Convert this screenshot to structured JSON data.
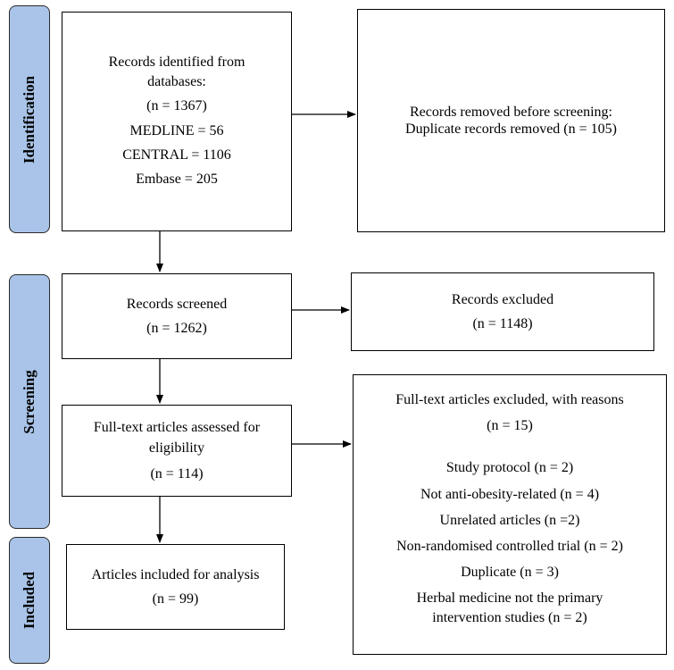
{
  "phases": {
    "identification": "Identification",
    "screening": "Screening",
    "included": "Included"
  },
  "identified": {
    "line1": "Records identified from",
    "line2": "databases:",
    "total": "(n = 1367)",
    "medline": "MEDLINE = 56",
    "central": "CENTRAL = 1106",
    "embase": "Embase = 205"
  },
  "removed": {
    "line1": "Records removed before screening:",
    "line2": "Duplicate records removed (n = 105)"
  },
  "screened": {
    "label": "Records screened",
    "count": "(n = 1262)"
  },
  "excluded": {
    "label": "Records excluded",
    "count": "(n = 1148)"
  },
  "fulltext": {
    "line1": "Full-text articles assessed for",
    "line2": "eligibility",
    "count": "(n = 114)"
  },
  "reasons": {
    "title": "Full-text articles excluded, with reasons",
    "count": "(n = 15)",
    "items": [
      "Study protocol (n = 2)",
      "Not anti-obesity-related (n = 4)",
      "Unrelated articles (n =2)",
      "Non-randomised controlled trial (n = 2)",
      "Duplicate (n = 3)",
      "Herbal medicine not the primary",
      "intervention studies (n = 2)"
    ]
  },
  "included": {
    "label": "Articles included for analysis",
    "count": "(n = 99)"
  }
}
